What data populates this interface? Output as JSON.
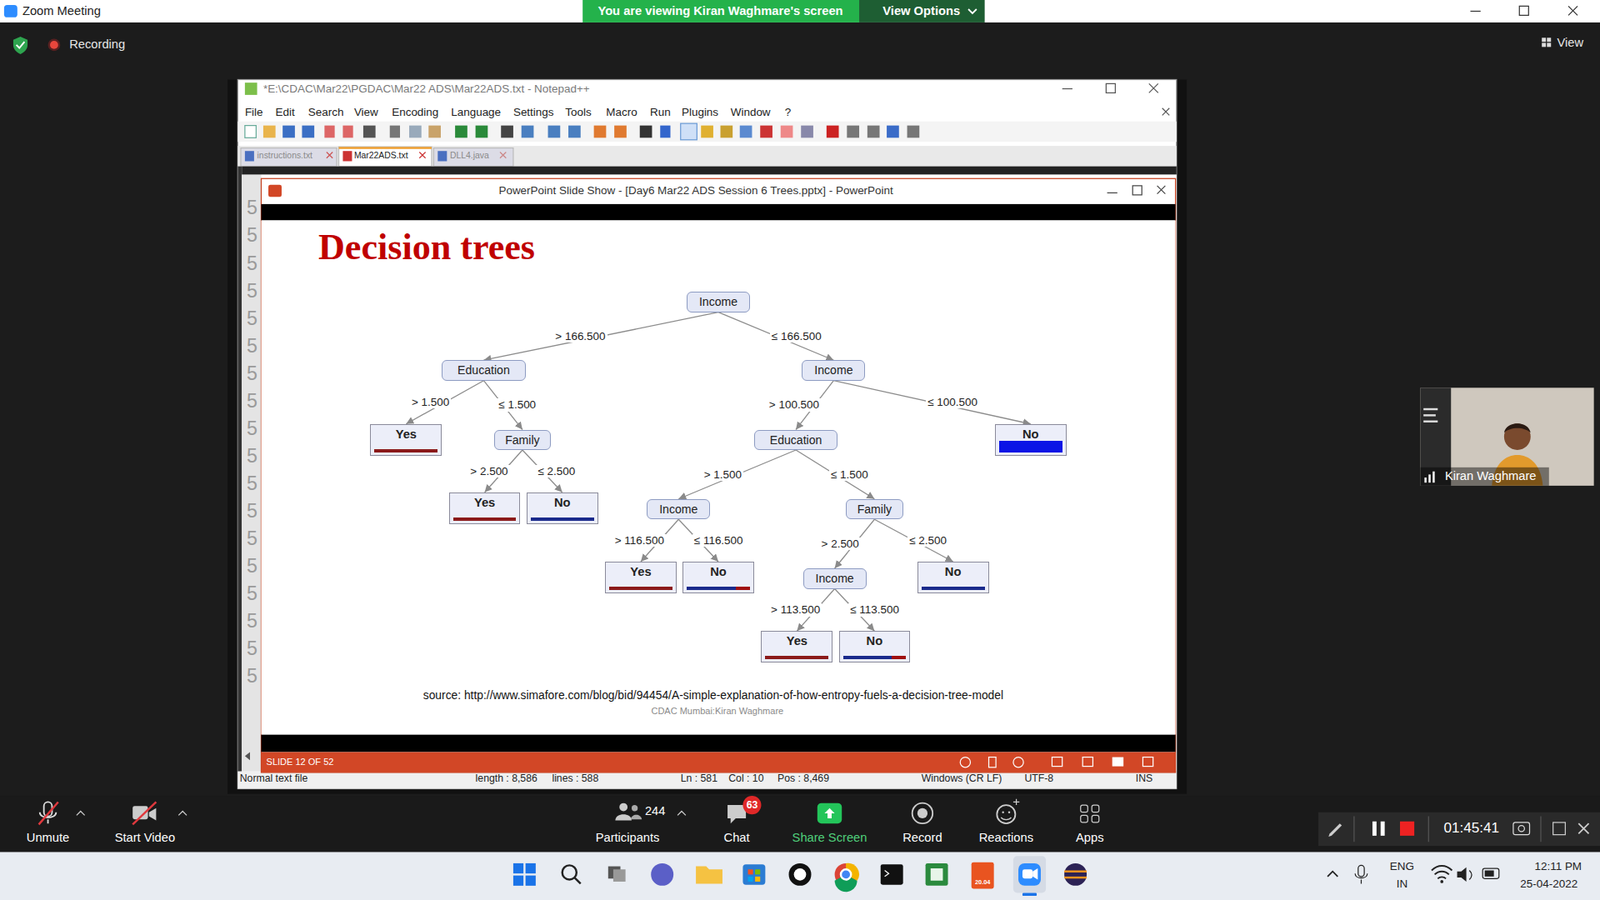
{
  "diagram": {
    "title": "Decision trees",
    "caption": "source: http://www.simafore.com/blog/bid/94454/A-simple-explanation-of-how-entropy-fuels-a-decision-tree-model",
    "nodes": [
      {
        "text": [
          "Income"
        ]
      },
      {
        "text": [
          "Education"
        ]
      },
      {
        "text": [
          "Income"
        ]
      },
      {
        "text": [
          "Yes"
        ]
      },
      {
        "text": [
          "Family"
        ]
      },
      {
        "text": [
          "Education"
        ]
      },
      {
        "text": [
          "No"
        ]
      },
      {
        "text": [
          "Yes"
        ]
      },
      {
        "text": [
          "No"
        ]
      },
      {
        "text": [
          "Income"
        ]
      },
      {
        "text": [
          "Family"
        ]
      },
      {
        "text": [
          "Yes"
        ]
      },
      {
        "text": [
          "No"
        ]
      },
      {
        "text": [
          "Income"
        ]
      },
      {
        "text": [
          "No"
        ]
      },
      {
        "text": [
          "Yes"
        ]
      },
      {
        "text": [
          "No"
        ]
      }
    ],
    "edges": [
      {
        "from": 0,
        "to": 1,
        "arrow": "to",
        "label": "> 166.500"
      },
      {
        "from": 0,
        "to": 2,
        "arrow": "to",
        "label": "≤ 166.500"
      },
      {
        "from": 1,
        "to": 3,
        "arrow": "to",
        "label": "> 1.500"
      },
      {
        "from": 1,
        "to": 4,
        "arrow": "to",
        "label": "≤ 1.500"
      },
      {
        "from": 2,
        "to": 5,
        "arrow": "to",
        "label": "> 100.500"
      },
      {
        "from": 2,
        "to": 6,
        "arrow": "to",
        "label": "≤ 100.500"
      },
      {
        "from": 4,
        "to": 7,
        "arrow": "to",
        "label": "> 2.500"
      },
      {
        "from": 4,
        "to": 8,
        "arrow": "to",
        "label": "≤ 2.500"
      },
      {
        "from": 5,
        "to": 9,
        "arrow": "to",
        "label": "> 1.500"
      },
      {
        "from": 5,
        "to": 10,
        "arrow": "to",
        "label": "≤ 1.500"
      },
      {
        "from": 9,
        "to": 11,
        "arrow": "to",
        "label": "> 116.500"
      },
      {
        "from": 9,
        "to": 12,
        "arrow": "to",
        "label": "≤ 116.500"
      },
      {
        "from": 10,
        "to": 13,
        "arrow": "to",
        "label": "> 2.500"
      },
      {
        "from": 10,
        "to": 14,
        "arrow": "to",
        "label": "≤ 2.500"
      },
      {
        "from": 13,
        "to": 15,
        "arrow": "to",
        "label": "> 113.500"
      },
      {
        "from": 13,
        "to": 16,
        "arrow": "to",
        "label": "≤ 113.500"
      }
    ],
    "labels": [
      "Zoom Meeting",
      "You are viewing Kiran Waghmare's screen",
      "View Options",
      "Recording",
      "View",
      "*E:\\CDAC\\Mar22\\PGDAC\\Mar22 ADS\\Mar22ADS.txt - Notepad++",
      "File",
      "Edit",
      "Search",
      "View",
      "Encoding",
      "Language",
      "Settings",
      "Tools",
      "Macro",
      "Run",
      "Plugins",
      "Window",
      "?",
      "instructions.txt",
      "Mar22ADS.txt",
      "DLL4.java",
      "PowerPoint Slide Show - [Day6 Mar22 ADS Session 6 Trees.pptx] - PowerPoint",
      "5",
      "5",
      "5",
      "5",
      "5",
      "5",
      "5",
      "5",
      "5",
      "5",
      "5",
      "5",
      "5",
      "5",
      "5",
      "5",
      "5",
      "5",
      "CDAC Mumbai:Kiran Waghmare",
      "SLIDE 12 OF 52",
      "Normal text file",
      "length : 8,586",
      "lines : 588",
      "Ln : 581",
      "Col : 10",
      "Pos : 8,469",
      "Windows (CR LF)",
      "UTF-8",
      "INS",
      "Kiran Waghmare",
      "Unmute",
      "Start Video",
      "244",
      "Participants",
      "63",
      "Chat",
      "Share Screen",
      "Record",
      "Reactions",
      "Apps",
      "01:45:41",
      "20.04",
      "ENG",
      "IN",
      "12:11 PM",
      "25-04-2022"
    ]
  }
}
